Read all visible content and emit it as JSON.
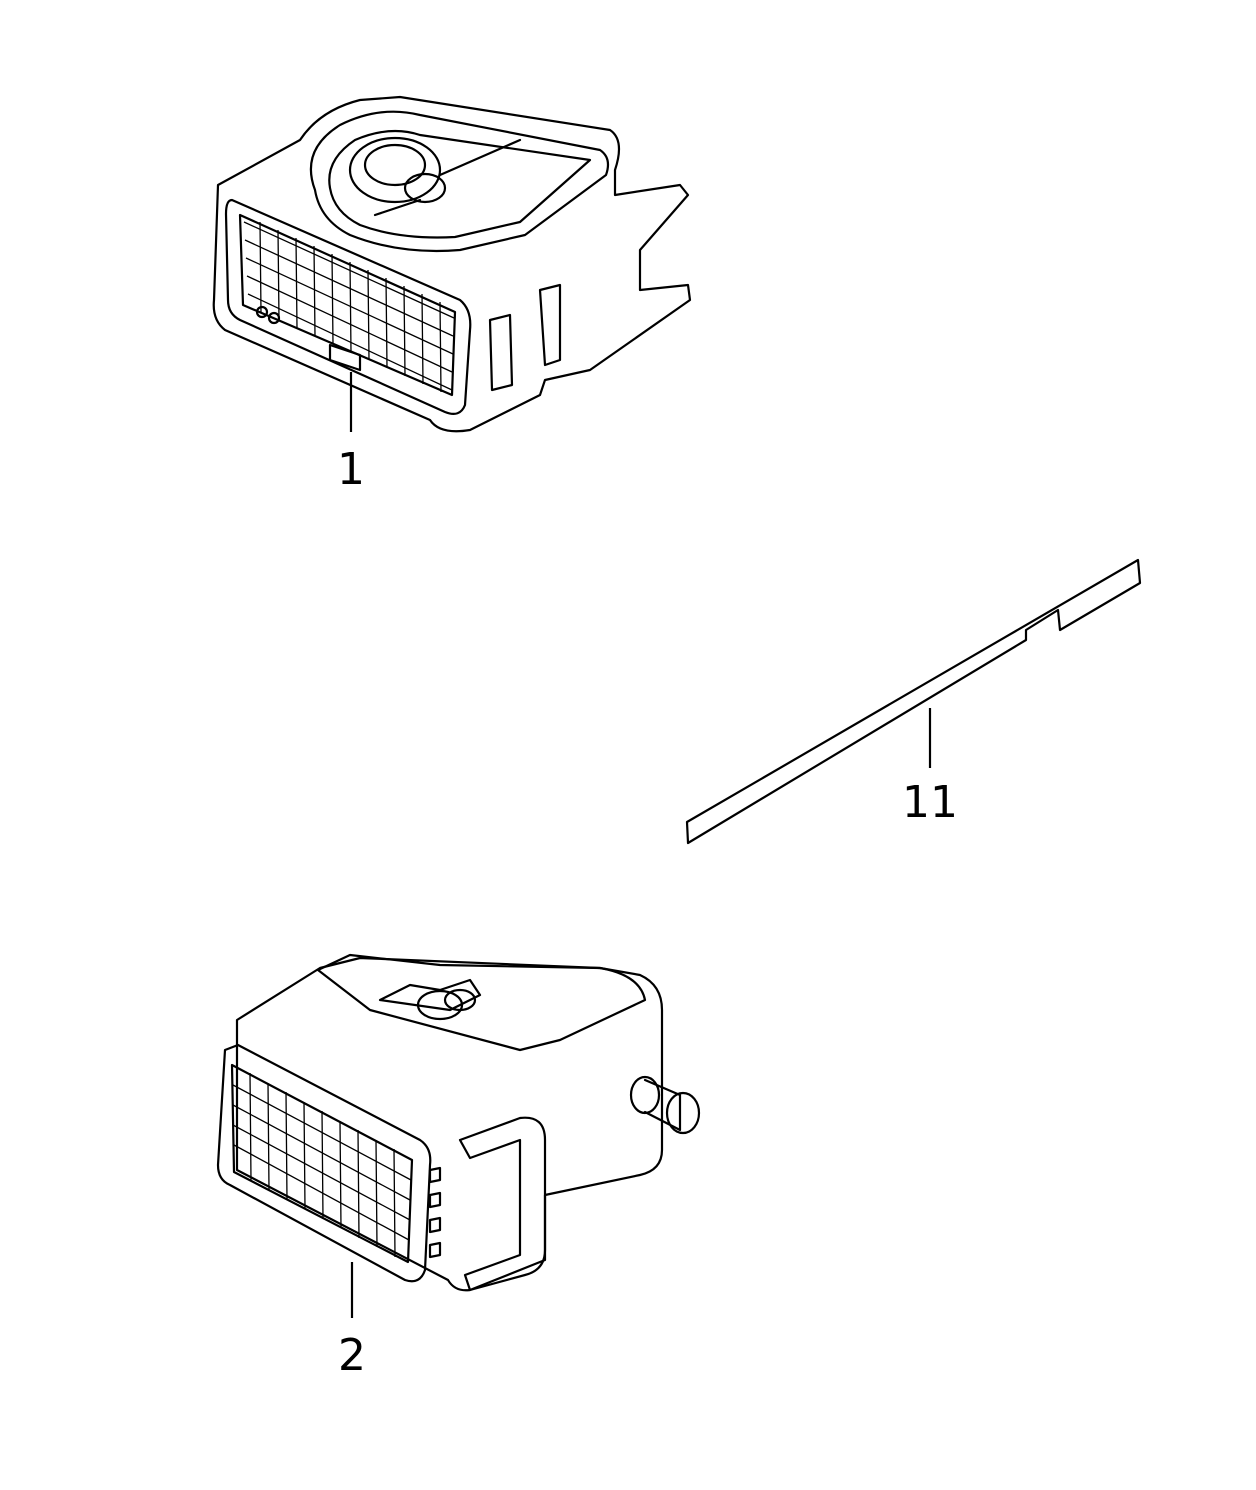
{
  "callouts": {
    "part_1": "1",
    "part_2": "2",
    "part_11": "11"
  },
  "colors": {
    "line": "#000000",
    "background": "#ffffff"
  }
}
